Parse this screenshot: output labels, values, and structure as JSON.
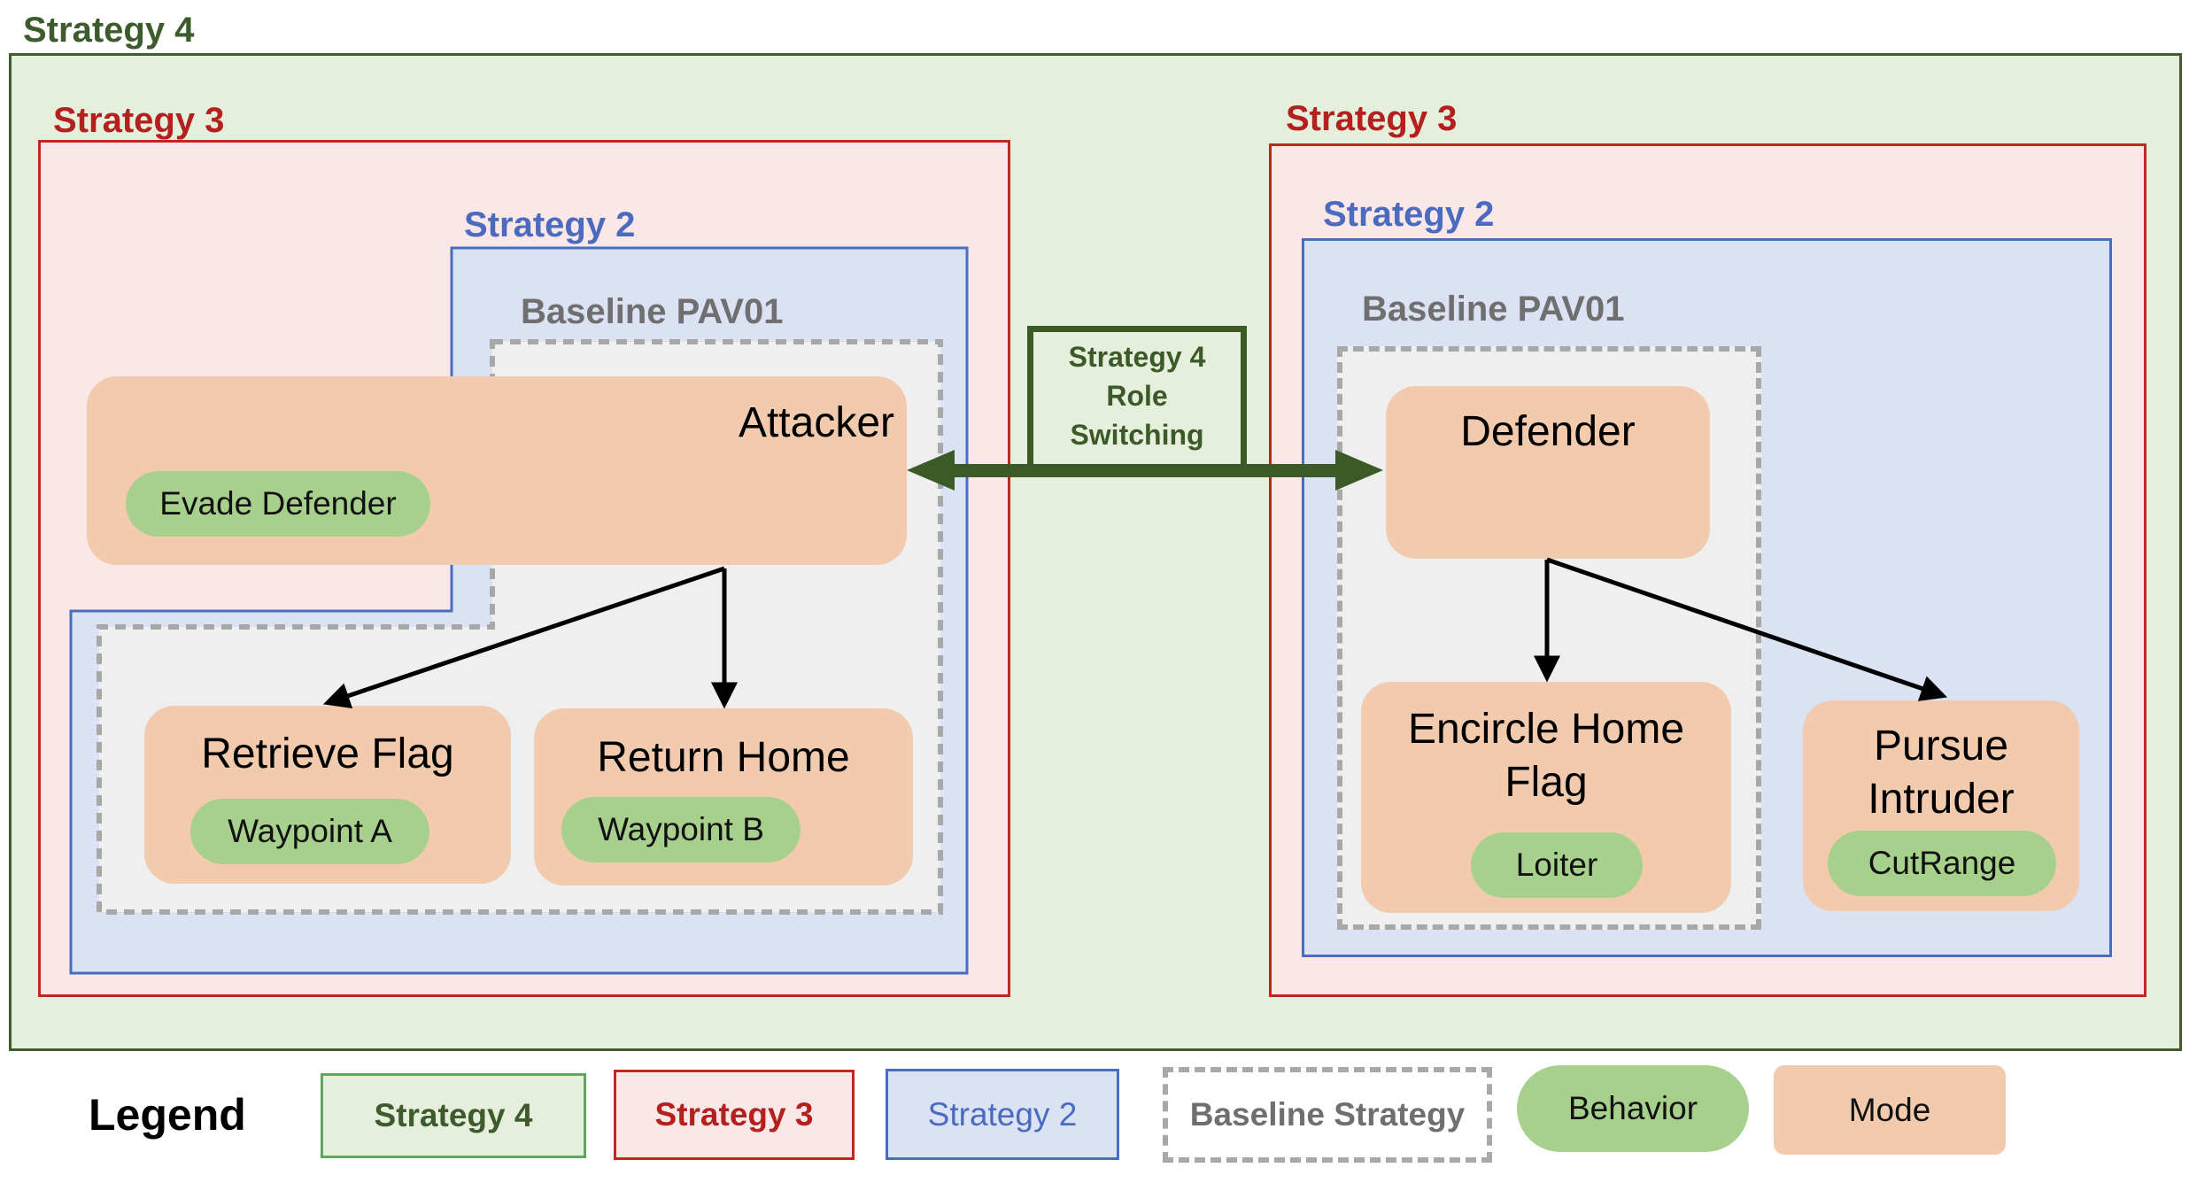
{
  "strategy4": {
    "title": "Strategy 4"
  },
  "left": {
    "strategy3_title": "Strategy 3",
    "strategy2_title": "Strategy 2",
    "baseline_title": "Baseline PAV01",
    "attacker": {
      "label": "Attacker",
      "behavior": "Evade Defender"
    },
    "retrieve_flag": {
      "label": "Retrieve Flag",
      "behavior": "Waypoint A"
    },
    "return_home": {
      "label": "Return Home",
      "behavior": "Waypoint B"
    }
  },
  "right": {
    "strategy3_title": "Strategy 3",
    "strategy2_title": "Strategy 2",
    "baseline_title": "Baseline PAV01",
    "defender": {
      "label": "Defender"
    },
    "encircle": {
      "label_line1": "Encircle Home",
      "label_line2": "Flag",
      "behavior": "Loiter"
    },
    "pursue": {
      "label_line1": "Pursue",
      "label_line2": "Intruder",
      "behavior": "CutRange"
    }
  },
  "role_switching": {
    "line1": "Strategy 4",
    "line2": "Role",
    "line3": "Switching"
  },
  "legend": {
    "label": "Legend",
    "strategy4": "Strategy 4",
    "strategy3": "Strategy 3",
    "strategy2": "Strategy 2",
    "baseline": "Baseline Strategy",
    "behavior": "Behavior",
    "mode": "Mode"
  },
  "colors": {
    "strategy4_border": "#3f5e2d",
    "strategy3_border": "#c0271f",
    "strategy2_border": "#4a6ebf",
    "baseline_border": "#a8a8a8",
    "behavior_fill": "#a8d08d",
    "mode_fill": "#f2cbae"
  }
}
